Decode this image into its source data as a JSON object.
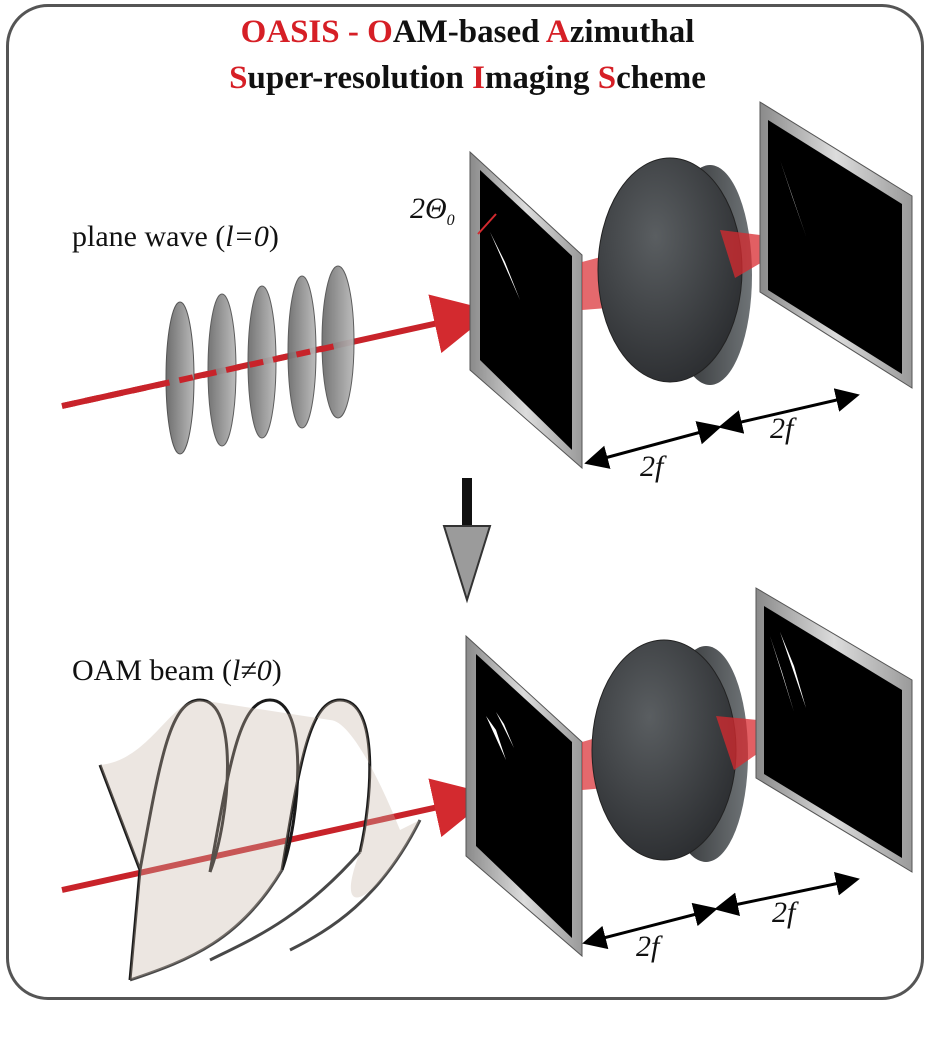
{
  "title": {
    "line1": [
      {
        "text": "OASIS",
        "accent": true
      },
      {
        "text": " - ",
        "accent": false
      },
      {
        "text": "O",
        "accent": true
      },
      {
        "text": "AM-based ",
        "accent": false
      },
      {
        "text": "A",
        "accent": true
      },
      {
        "text": "zimuthal",
        "accent": false
      }
    ],
    "line2": [
      {
        "text": "S",
        "accent": true
      },
      {
        "text": "uper-resolution ",
        "accent": false
      },
      {
        "text": "I",
        "accent": true
      },
      {
        "text": "maging ",
        "accent": false
      },
      {
        "text": "S",
        "accent": true
      },
      {
        "text": "cheme",
        "accent": false
      }
    ]
  },
  "top_panel": {
    "beam_label_prefix": "plane wave (",
    "beam_label_math": "l=0",
    "beam_label_suffix": ")",
    "angle_label": "2Θ",
    "angle_subscript": "0",
    "distance_1": "2f",
    "distance_2": "2f"
  },
  "bottom_panel": {
    "beam_label_prefix": "OAM beam (",
    "beam_label_math": "l≠0",
    "beam_label_suffix": ")",
    "distance_1": "2f",
    "distance_2": "2f"
  },
  "colors": {
    "accent": "#d61f26",
    "beam": "#c8232a",
    "frame": "#555555",
    "screen": "#000000",
    "lens": "#3a3d40"
  },
  "icons": [
    "arrow-down-icon"
  ]
}
